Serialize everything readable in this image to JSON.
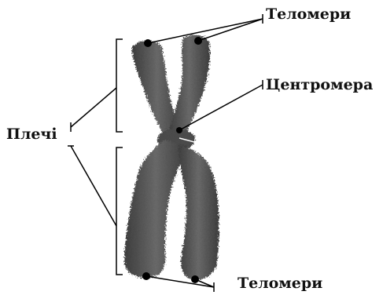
{
  "labels": {
    "telomeres_top": "Теломери",
    "centromere": "Центромера",
    "arms": "Плечі",
    "telomeres_bottom": "Теломери"
  },
  "colors": {
    "chromatid_dark": "#2f2f2f",
    "chromatid_mid": "#555555",
    "chromatid_light": "#7a7a7a",
    "line": "#000000",
    "text": "#111111"
  }
}
